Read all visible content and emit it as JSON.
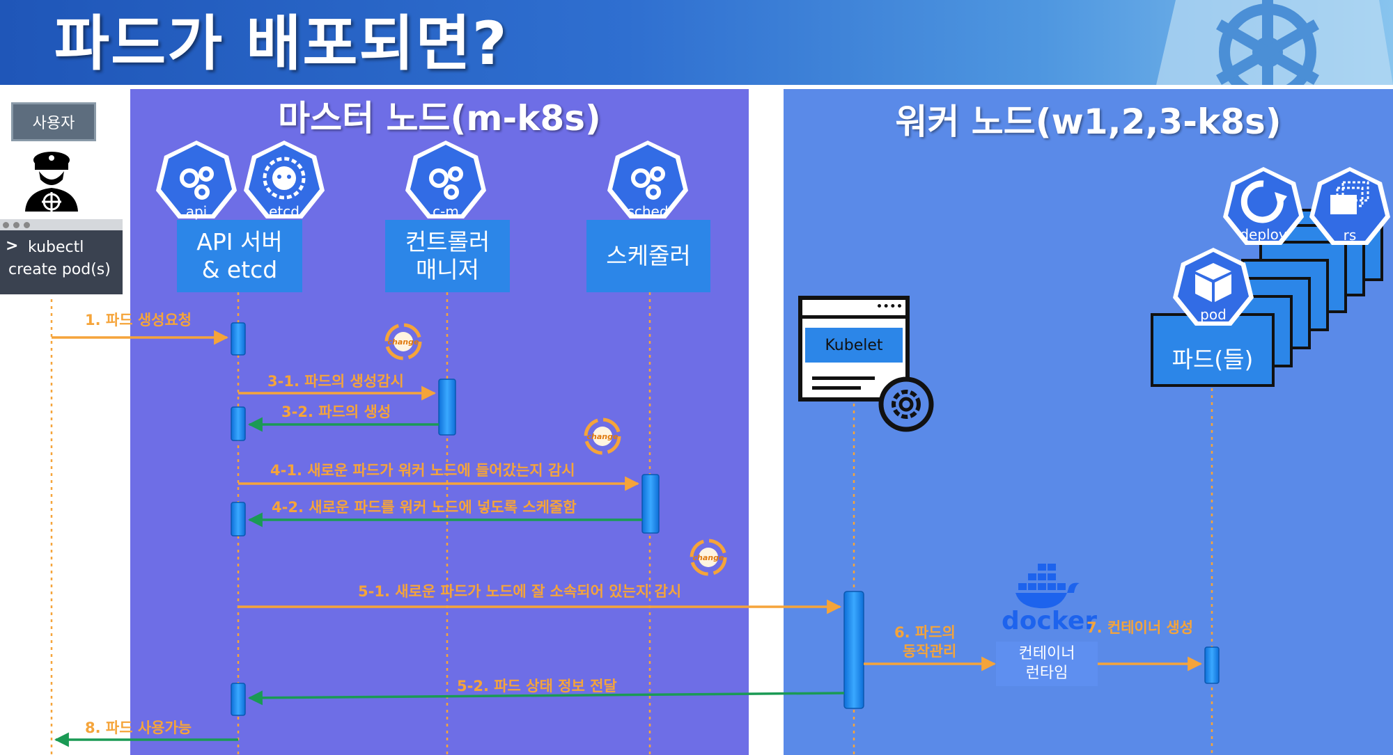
{
  "page": {
    "title": "파드가 배포되면?"
  },
  "user": {
    "badge": "사용자",
    "terminal_line1": "kubectl",
    "terminal_line2": "create pod(s)"
  },
  "master": {
    "title": "마스터 노드(m-k8s)",
    "icons": {
      "api": "api",
      "etcd": "etcd",
      "cm": "c-m",
      "sched": "sched"
    },
    "api_box": {
      "line1": "API 서버",
      "line2": "& etcd"
    },
    "cm_box": {
      "line1": "컨트롤러",
      "line2": "매니저"
    },
    "sched_box": {
      "line1": "스케줄러"
    },
    "change_badge": "change"
  },
  "worker": {
    "title": "워커 노드(w1,2,3-k8s)",
    "kubelet": "Kubelet",
    "docker": "docker",
    "runtime": {
      "line1": "컨테이너",
      "line2": "런타임"
    },
    "icons": {
      "deploy": "deploy",
      "rs": "rs",
      "pod": "pod"
    },
    "pods_label": "파드(들)"
  },
  "steps": {
    "s1": "1. 파드 생성요청",
    "s3_1": "3-1. 파드의 생성감시",
    "s3_2": "3-2. 파드의 생성",
    "s4_1": "4-1. 새로운 파드가 워커 노드에 들어갔는지 감시",
    "s4_2": "4-2. 새로운 파드를 워커 노드에 넣도록 스케줄함",
    "s5_1": "5-1. 새로운 파드가 노드에 잘 소속되어 있는지 감시",
    "s5_2": "5-2. 파드 상태 정보 전달",
    "s6_line1": "6. 파드의",
    "s6_line2": "동작관리",
    "s7": "7. 컨테이너 생성",
    "s8": "8. 파드 사용가능"
  },
  "colors": {
    "request": "#f5a43a",
    "response": "#1a9a54",
    "master_bg": "#6e6ee6",
    "worker_bg": "#5a8ae8",
    "component": "#2c86e8",
    "activation": "#1e90ff"
  }
}
